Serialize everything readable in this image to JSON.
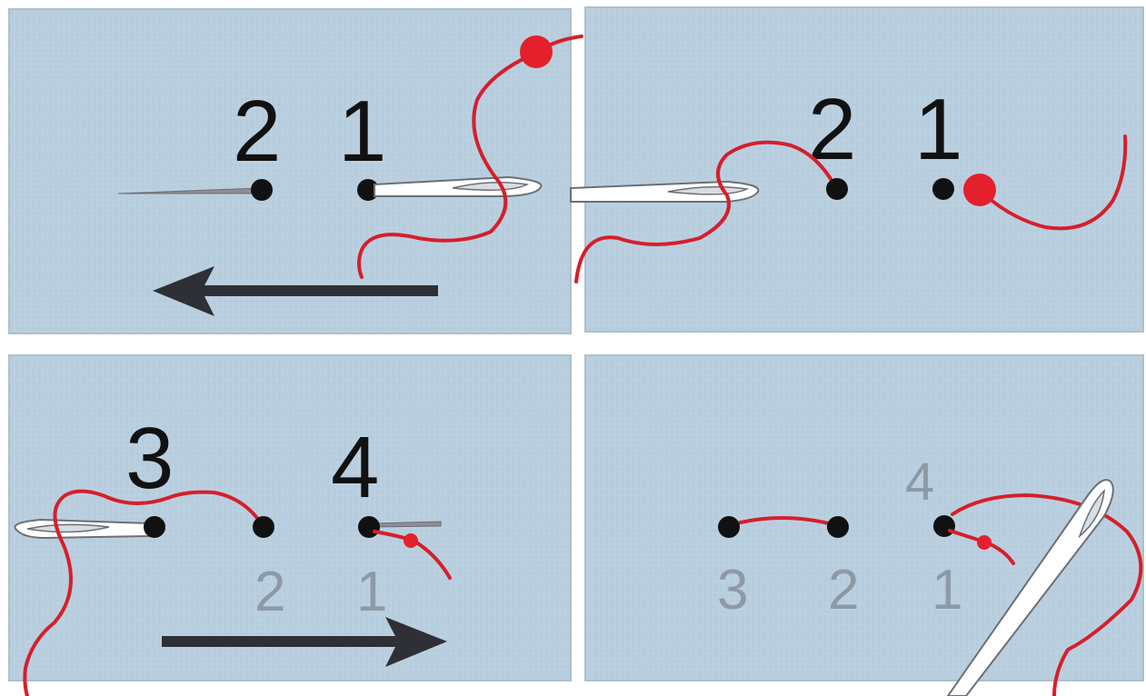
{
  "panels": [
    {
      "id": "step-1",
      "labels": [
        "2",
        "1"
      ]
    },
    {
      "id": "step-2",
      "labels": [
        "2",
        "1"
      ]
    },
    {
      "id": "step-3",
      "labels_top": [
        "3",
        "4"
      ],
      "labels_bottom": [
        "2",
        "1"
      ]
    },
    {
      "id": "step-4",
      "labels_top": [
        "4"
      ],
      "labels_bottom": [
        "3",
        "2",
        "1"
      ]
    }
  ],
  "colors": {
    "fabric": "#b9cfdf",
    "fabric_border": "#aebfcc",
    "thread": "#d51f2b",
    "knot": "#e3202c",
    "hole": "#111111",
    "arrow": "#2f3035",
    "needle_fill": "#ffffff",
    "needle_stroke": "#6b6f75",
    "faded_label": "#8d9aa5"
  },
  "icons": [
    "needle-icon",
    "thread-knot-icon",
    "direction-arrow-left-icon",
    "direction-arrow-right-icon"
  ]
}
